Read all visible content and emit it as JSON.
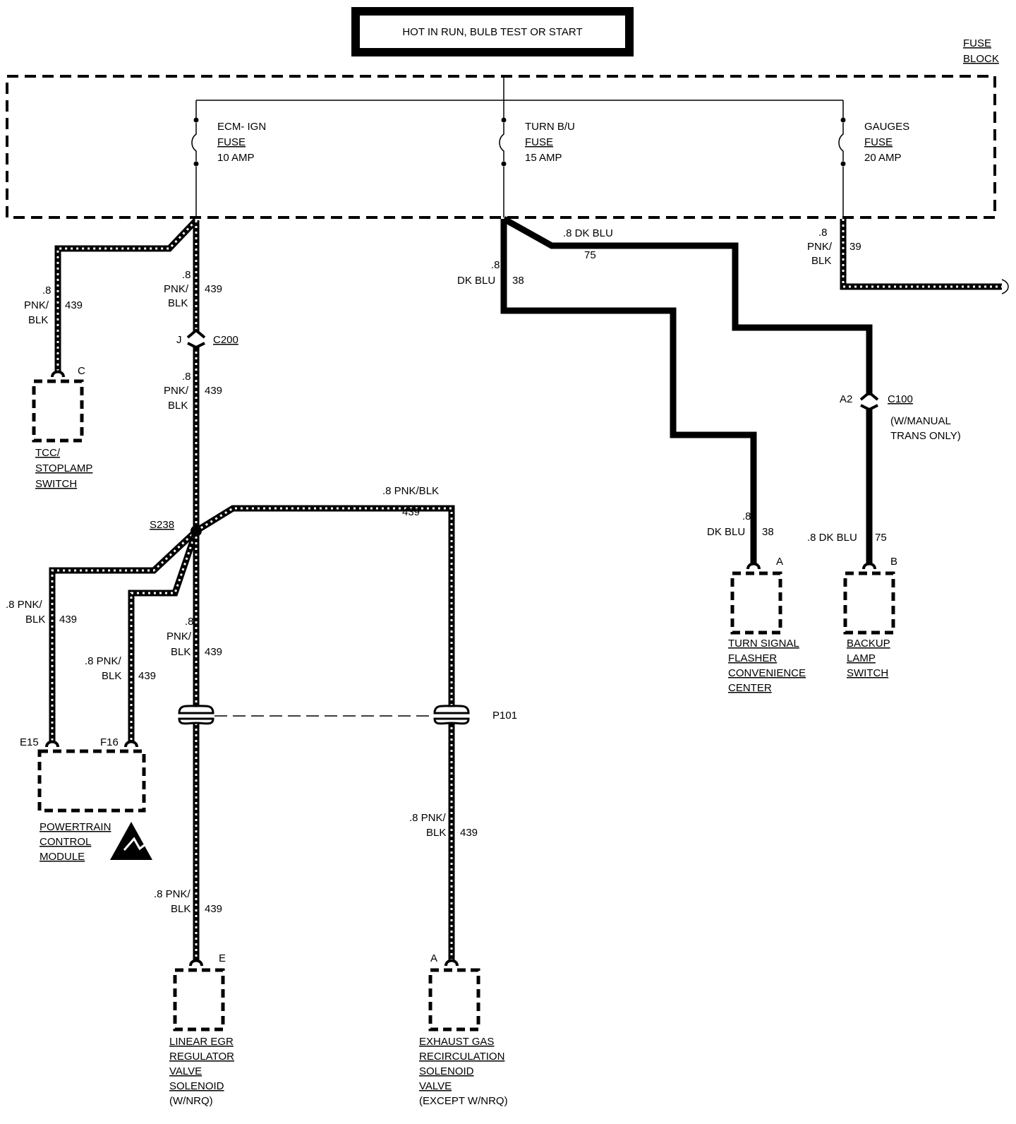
{
  "header": {
    "title": "HOT IN RUN, BULB TEST OR START"
  },
  "fuse_block": {
    "label_1": "FUSE",
    "label_2": "BLOCK",
    "fuses": [
      {
        "name": "ECM- IGN",
        "type": "FUSE",
        "rating": "10 AMP"
      },
      {
        "name": "TURN B/U",
        "type": "FUSE",
        "rating": "15 AMP"
      },
      {
        "name": "GAUGES",
        "type": "FUSE",
        "rating": "20 AMP"
      }
    ]
  },
  "wires": {
    "w439_left": {
      "gauge": ".8",
      "color1": "PNK/",
      "color2": "BLK",
      "circuit": "439"
    },
    "w439_trunk": {
      "gauge": ".8",
      "color1": "PNK/",
      "color2": "BLK",
      "circuit": "439"
    },
    "w439_trunk2": {
      "gauge": ".8",
      "color1": "PNK/",
      "color2": "BLK",
      "circuit": "439"
    },
    "w439_top_right": {
      "label": ".8 PNK/BLK",
      "circuit": "439"
    },
    "w439_e15": {
      "color1": ".8 PNK/",
      "color2": "BLK",
      "circuit": "439"
    },
    "w439_f16": {
      "color1": ".8 PNK/",
      "color2": "BLK",
      "circuit": "439"
    },
    "w439_mid": {
      "gauge": ".8",
      "color1": "PNK/",
      "color2": "BLK",
      "circuit": "439"
    },
    "w439_egr_linear": {
      "color1": ".8 PNK/",
      "color2": "BLK",
      "circuit": "439"
    },
    "w439_egr_sol": {
      "color1": ".8 PNK/",
      "color2": "BLK",
      "circuit": "439"
    },
    "w38_top": {
      "gauge": ".8",
      "color": "DK BLU",
      "circuit": "38"
    },
    "w75_top": {
      "label": ".8 DK BLU",
      "circuit": "75"
    },
    "w39": {
      "gauge": ".8",
      "color1": "PNK/",
      "color2": "BLK",
      "circuit": "39"
    },
    "w38_bottom": {
      "gauge": ".8",
      "color": "DK BLU",
      "circuit": "38"
    },
    "w75_bottom": {
      "label": ".8 DK BLU",
      "circuit": "75"
    }
  },
  "connectors": {
    "c200": {
      "pin": "J",
      "name": "C200"
    },
    "c100": {
      "pin": "A2",
      "name": "C100",
      "note_1": "(W/MANUAL",
      "note_2": "TRANS ONLY)"
    },
    "p101": {
      "name": "P101"
    },
    "s238": {
      "name": "S238"
    }
  },
  "components": {
    "tcc": {
      "pin": "C",
      "lines": [
        "TCC/",
        "STOPLAMP",
        "SWITCH"
      ]
    },
    "pcm": {
      "pin_left": "E15",
      "pin_right": "F16",
      "lines": [
        "POWERTRAIN",
        "CONTROL",
        "MODULE"
      ]
    },
    "linear_egr": {
      "pin": "E",
      "lines": [
        "LINEAR EGR",
        "REGULATOR",
        "VALVE",
        "SOLENOID",
        "(W/NRQ)"
      ]
    },
    "egr_solenoid": {
      "pin": "A",
      "lines": [
        "EXHAUST GAS",
        "RECIRCULATION",
        "SOLENOID",
        "VALVE",
        "(EXCEPT W/NRQ)"
      ]
    },
    "flasher": {
      "pin": "A",
      "lines": [
        "TURN SIGNAL",
        "FLASHER",
        "CONVENIENCE",
        "CENTER"
      ]
    },
    "backup": {
      "pin": "B",
      "lines": [
        "BACKUP",
        "LAMP",
        "SWITCH"
      ]
    }
  }
}
